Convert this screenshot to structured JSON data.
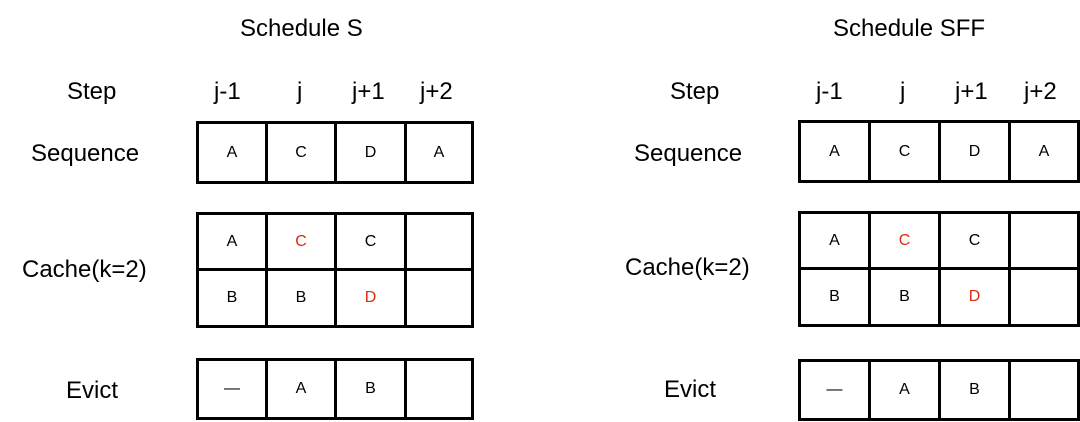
{
  "accent_color": "#e3290f",
  "panels": [
    {
      "title": "Schedule S",
      "step_label": "Step",
      "steps": [
        "j-1",
        "j",
        "j+1",
        "j+2"
      ],
      "sequence_label": "Sequence",
      "sequence": [
        "A",
        "C",
        "D",
        "A"
      ],
      "cache_label": "Cache(k=2)",
      "cache_top": [
        "A",
        "C",
        "C",
        ""
      ],
      "cache_bottom": [
        "B",
        "B",
        "D",
        ""
      ],
      "evict_label": "Evict",
      "evict": [
        "—",
        "A",
        "B",
        ""
      ]
    },
    {
      "title": "Schedule SFF",
      "step_label": "Step",
      "steps": [
        "j-1",
        "j",
        "j+1",
        "j+2"
      ],
      "sequence_label": "Sequence",
      "sequence": [
        "A",
        "C",
        "D",
        "A"
      ],
      "cache_label": "Cache(k=2)",
      "cache_top": [
        "A",
        "C",
        "C",
        ""
      ],
      "cache_bottom": [
        "B",
        "B",
        "D",
        ""
      ],
      "evict_label": "Evict",
      "evict": [
        "—",
        "A",
        "B",
        ""
      ]
    }
  ]
}
